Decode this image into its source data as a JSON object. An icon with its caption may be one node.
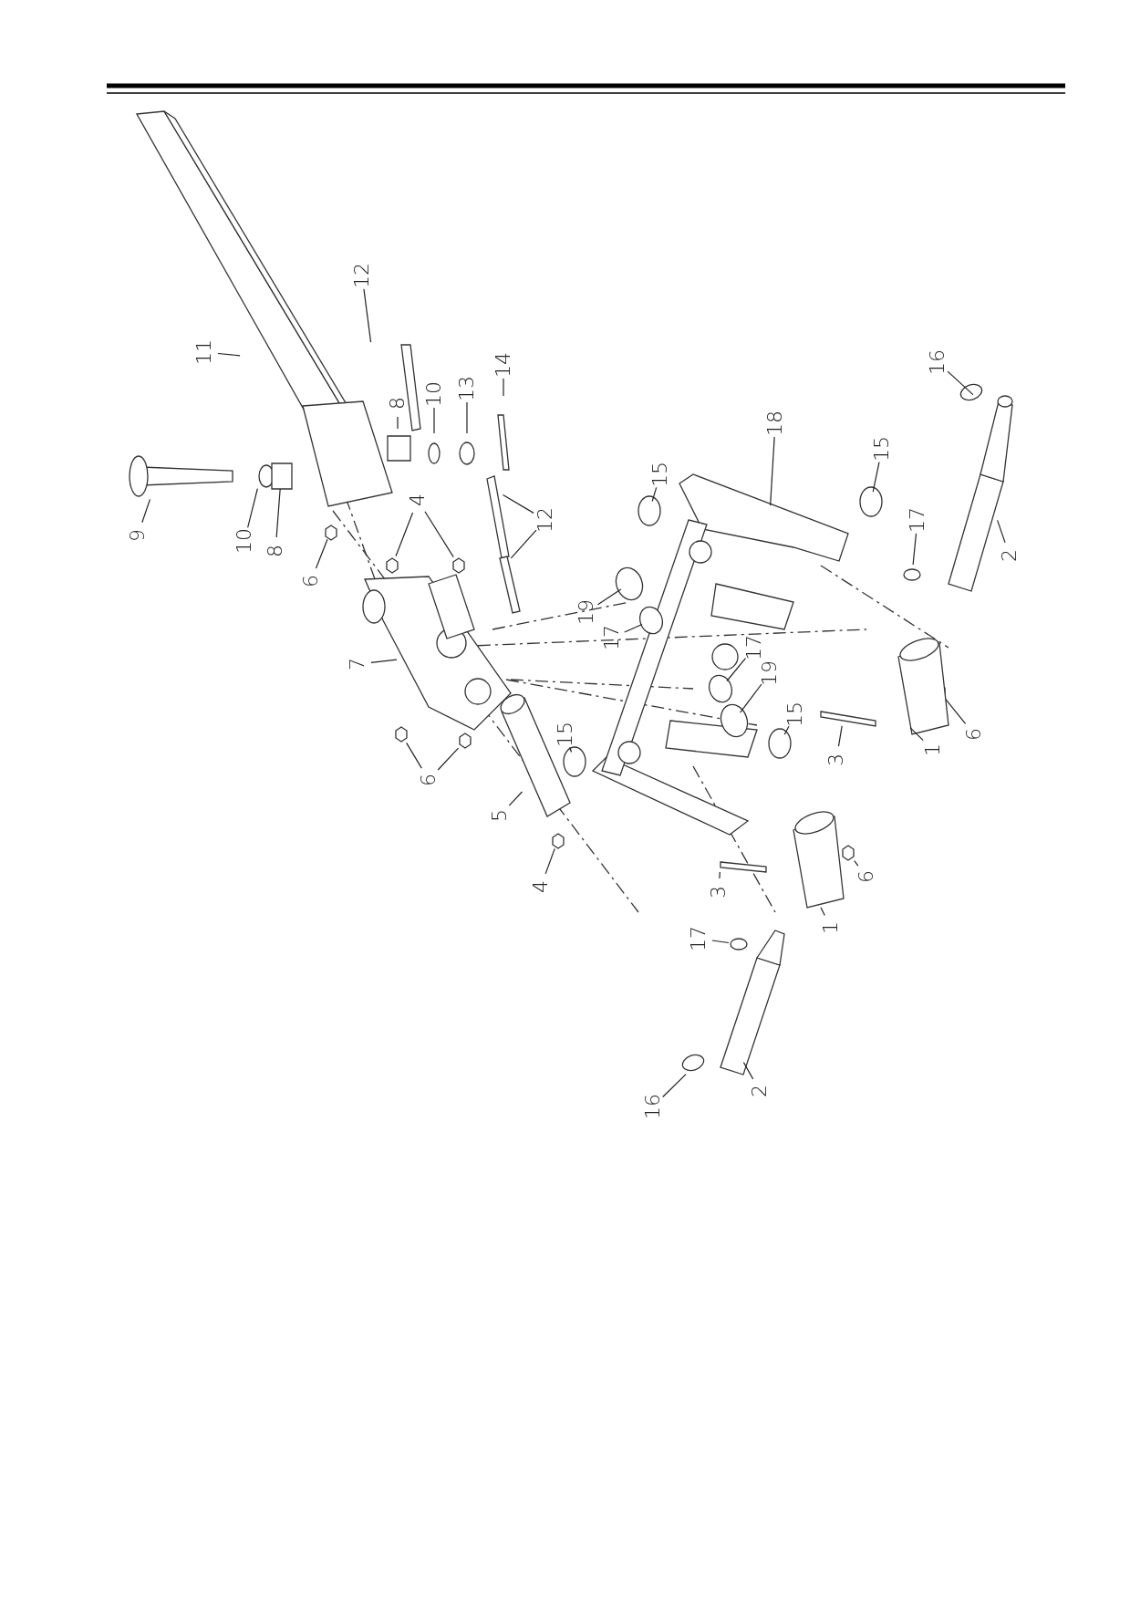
{
  "diagram": {
    "nodes": [
      {
        "text": [
          "12"
        ]
      },
      {
        "text": [
          "11"
        ]
      },
      {
        "text": [
          "8"
        ]
      },
      {
        "text": [
          "10"
        ]
      },
      {
        "text": [
          "13"
        ]
      },
      {
        "text": [
          "14"
        ]
      },
      {
        "text": [
          "9"
        ]
      },
      {
        "text": [
          "10"
        ]
      },
      {
        "text": [
          "8"
        ]
      },
      {
        "text": [
          "6"
        ]
      },
      {
        "text": [
          "4"
        ]
      },
      {
        "text": [
          "12"
        ]
      },
      {
        "text": [
          "18"
        ]
      },
      {
        "text": [
          "15"
        ]
      },
      {
        "text": [
          "15"
        ]
      },
      {
        "text": [
          "16"
        ]
      },
      {
        "text": [
          "17"
        ]
      },
      {
        "text": [
          "2"
        ]
      },
      {
        "text": [
          "19"
        ]
      },
      {
        "text": [
          "17"
        ]
      },
      {
        "text": [
          "17"
        ]
      },
      {
        "text": [
          "19"
        ]
      },
      {
        "text": [
          "15"
        ]
      },
      {
        "text": [
          "7"
        ]
      },
      {
        "text": [
          "3"
        ]
      },
      {
        "text": [
          "1"
        ]
      },
      {
        "text": [
          "6"
        ]
      },
      {
        "text": [
          "6"
        ]
      },
      {
        "text": [
          "15"
        ]
      },
      {
        "text": [
          "5"
        ]
      },
      {
        "text": [
          "4"
        ]
      },
      {
        "text": [
          "3"
        ]
      },
      {
        "text": [
          "6"
        ]
      },
      {
        "text": [
          "1"
        ]
      },
      {
        "text": [
          "17"
        ]
      },
      {
        "text": [
          "16"
        ]
      },
      {
        "text": [
          "2"
        ]
      }
    ],
    "edges": [
      {
        "from": 0,
        "to": null,
        "arrow": "none"
      },
      {
        "from": 1,
        "to": null,
        "arrow": "none"
      },
      {
        "from": 2,
        "to": null,
        "arrow": "none"
      },
      {
        "from": 3,
        "to": null,
        "arrow": "none"
      },
      {
        "from": 4,
        "to": null,
        "arrow": "none"
      },
      {
        "from": 5,
        "to": null,
        "arrow": "none"
      },
      {
        "from": 6,
        "to": null,
        "arrow": "none"
      },
      {
        "from": 7,
        "to": null,
        "arrow": "none"
      },
      {
        "from": 8,
        "to": null,
        "arrow": "none"
      },
      {
        "from": 9,
        "to": null,
        "arrow": "none"
      },
      {
        "from": 10,
        "to": null,
        "arrow": "none"
      },
      {
        "from": 10,
        "to": null,
        "arrow": "none"
      },
      {
        "from": 11,
        "to": null,
        "arrow": "none"
      },
      {
        "from": 11,
        "to": null,
        "arrow": "none"
      },
      {
        "from": 12,
        "to": null,
        "arrow": "none"
      },
      {
        "from": 13,
        "to": null,
        "arrow": "none"
      },
      {
        "from": 14,
        "to": null,
        "arrow": "none"
      },
      {
        "from": 15,
        "to": null,
        "arrow": "none"
      },
      {
        "from": 16,
        "to": null,
        "arrow": "none"
      },
      {
        "from": 17,
        "to": null,
        "arrow": "none"
      },
      {
        "from": 18,
        "to": null,
        "arrow": "none"
      },
      {
        "from": 19,
        "to": null,
        "arrow": "none"
      },
      {
        "from": 20,
        "to": null,
        "arrow": "none"
      },
      {
        "from": 21,
        "to": null,
        "arrow": "none"
      },
      {
        "from": 22,
        "to": null,
        "arrow": "none"
      },
      {
        "from": 23,
        "to": null,
        "arrow": "none"
      },
      {
        "from": 24,
        "to": null,
        "arrow": "none"
      },
      {
        "from": 25,
        "to": null,
        "arrow": "none"
      },
      {
        "from": 26,
        "to": null,
        "arrow": "none"
      },
      {
        "from": 27,
        "to": null,
        "arrow": "none"
      },
      {
        "from": 27,
        "to": null,
        "arrow": "none"
      },
      {
        "from": 28,
        "to": null,
        "arrow": "none"
      },
      {
        "from": 29,
        "to": null,
        "arrow": "none"
      },
      {
        "from": 30,
        "to": null,
        "arrow": "none"
      },
      {
        "from": 31,
        "to": null,
        "arrow": "none"
      },
      {
        "from": 32,
        "to": null,
        "arrow": "none"
      },
      {
        "from": 33,
        "to": null,
        "arrow": "none"
      },
      {
        "from": 34,
        "to": null,
        "arrow": "none"
      },
      {
        "from": 35,
        "to": null,
        "arrow": "none"
      },
      {
        "from": 36,
        "to": null,
        "arrow": "none"
      }
    ]
  }
}
